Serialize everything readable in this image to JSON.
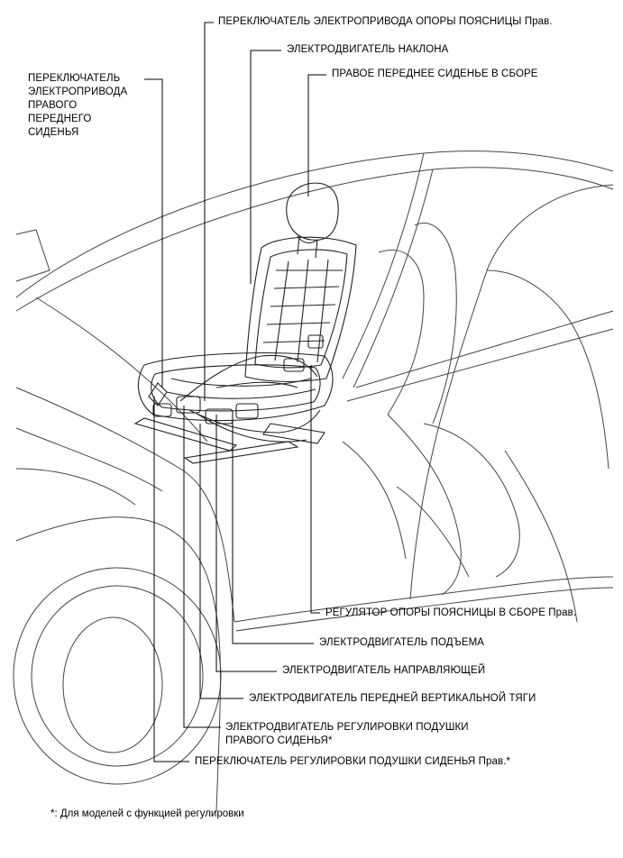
{
  "labels": {
    "lumbar_switch": "ПЕРЕКЛЮЧАТЕЛЬ ЭЛЕКТРОПРИВОДА ОПОРЫ ПОЯСНИЦЫ Прав.",
    "recline_motor": "ЭЛЕКТРОДВИГАТЕЛЬ НАКЛОНА",
    "seat_assembly": "ПРАВОЕ ПЕРЕДНЕЕ СИДЕНЬЕ В СБОРЕ",
    "power_seat_switch": "ПЕРЕКЛЮЧАТЕЛЬ\nЭЛЕКТРОПРИВОДА\nПРАВОГО\nПЕРЕДНЕГО\nСИДЕНЬЯ",
    "lumbar_adjuster": "РЕГУЛЯТОР ОПОРЫ ПОЯСНИЦЫ В СБОРЕ Прав.",
    "lifter_motor": "ЭЛЕКТРОДВИГАТЕЛЬ ПОДЪЕМА",
    "slide_motor": "ЭЛЕКТРОДВИГАТЕЛЬ НАПРАВЛЯЮЩЕЙ",
    "front_vertical_motor": "ЭЛЕКТРОДВИГАТЕЛЬ ПЕРЕДНЕЙ ВЕРТИКАЛЬНОЙ ТЯГИ",
    "cushion_motor": "ЭЛЕКТРОДВИГАТЕЛЬ РЕГУЛИРОВКИ ПОДУШКИ\nПРАВОГО СИДЕНЬЯ*",
    "cushion_switch": "ПЕРЕКЛЮЧАТЕЛЬ РЕГУЛИРОВКИ ПОДУШКИ СИДЕНЬЯ Прав.*"
  },
  "footnote": "*: Для моделей с функцией регулировки"
}
